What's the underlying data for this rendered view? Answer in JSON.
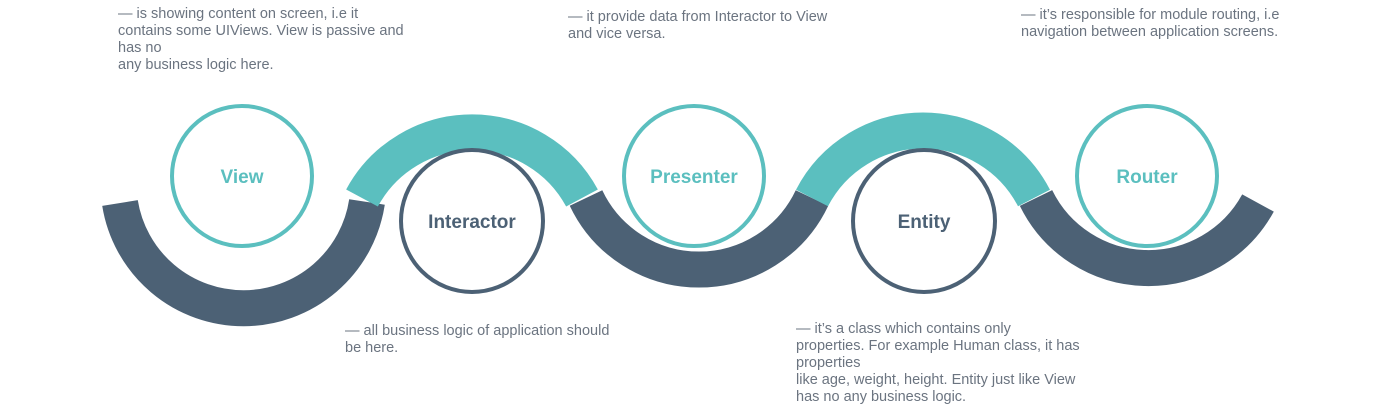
{
  "colors": {
    "teal": "#5bbfbf",
    "slate": "#4c6175",
    "text": "#6b7480"
  },
  "nodes": [
    {
      "label": "View",
      "color": "teal"
    },
    {
      "label": "Interactor",
      "color": "slate"
    },
    {
      "label": "Presenter",
      "color": "teal"
    },
    {
      "label": "Entity",
      "color": "slate"
    },
    {
      "label": "Router",
      "color": "teal"
    }
  ],
  "descriptions": {
    "view": "—  is showing content on screen, i.e it\ncontains some UIViews. View is passive and\nhas no\nany business logic here.",
    "interactor": "— all business logic of application should\nbe here.",
    "presenter": "— it provide data from Interactor to View\nand vice versa.",
    "entity": "— it’s a class which contains only\nproperties. For example Human class, it has\nproperties\nlike age, weight, height. Entity just like View\nhas no any business logic.",
    "router": "— it’s responsible for module routing, i.e\nnavigation between application screens."
  }
}
